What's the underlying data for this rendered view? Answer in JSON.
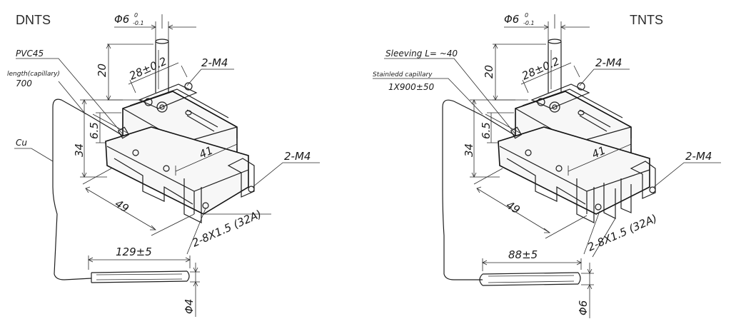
{
  "left": {
    "title": "DNTS",
    "shaft_diameter": "Φ6",
    "shaft_tol_upper": "0",
    "shaft_tol_lower": "-0.1",
    "shaft_height": "20",
    "mount_spacing": "28±0.2",
    "top_screw": "2-M4",
    "sleeve": "PVC45",
    "capillary_label": "length(capillary)",
    "capillary_length": "700",
    "capillary_material": "Cu",
    "body_height": "34",
    "base_height": "6.5",
    "body_width": "41",
    "side_screw": "2-M4",
    "body_depth": "49",
    "terminals": "2-8X1.5 (32A)",
    "bulb_length": "129±5",
    "bulb_diameter": "Φ4"
  },
  "right": {
    "title": "TNTS",
    "shaft_diameter": "Φ6",
    "shaft_tol_upper": "0",
    "shaft_tol_lower": "-0.1",
    "shaft_height": "20",
    "mount_spacing": "28±0.2",
    "top_screw": "2-M4",
    "sleeve": "Sleeving L= ~40",
    "capillary_label": "Stainledd capillary",
    "capillary_length": "1X900±50",
    "body_height": "34",
    "base_height": "6.5",
    "body_width": "41",
    "side_screw": "2-M4",
    "body_depth": "49",
    "terminals": "2-8X1.5 (32A)",
    "bulb_length": "88±5",
    "bulb_diameter": "Φ6"
  }
}
